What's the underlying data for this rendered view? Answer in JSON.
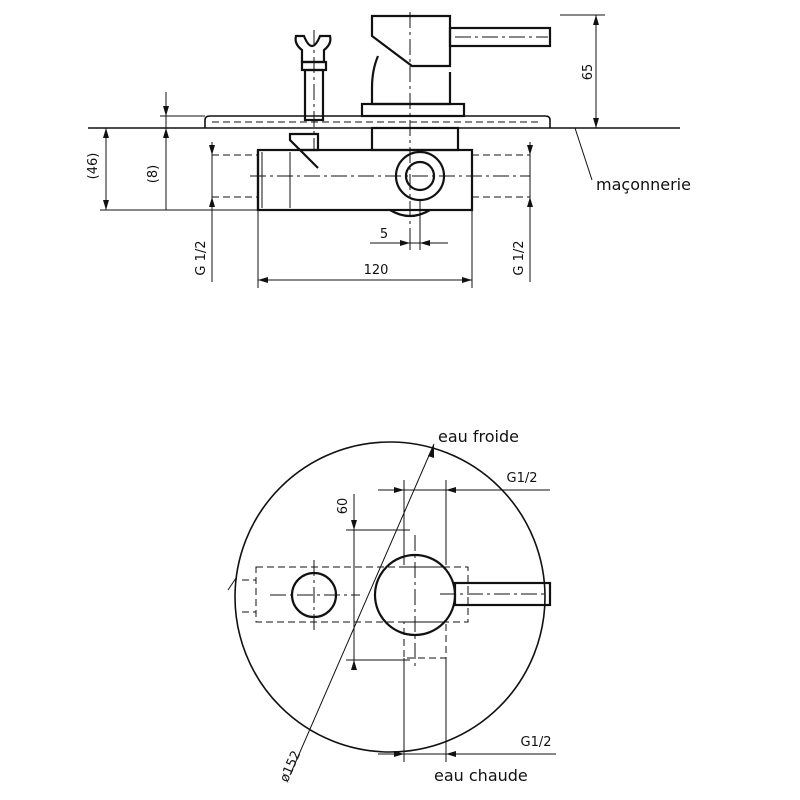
{
  "side_view": {
    "labels": {
      "masonry": "maçonnerie",
      "overall_height": "65",
      "depth": "(46)",
      "plate_gap": "(8)",
      "thread_left": "G 1/2",
      "thread_right": "G 1/2",
      "width": "120",
      "offset": "5"
    }
  },
  "front_view": {
    "labels": {
      "cold_water": "eau froide",
      "hot_water": "eau chaude",
      "thread_top": "G1/2",
      "thread_bottom": "G1/2",
      "spacing": "60",
      "diameter": "ø152"
    }
  }
}
